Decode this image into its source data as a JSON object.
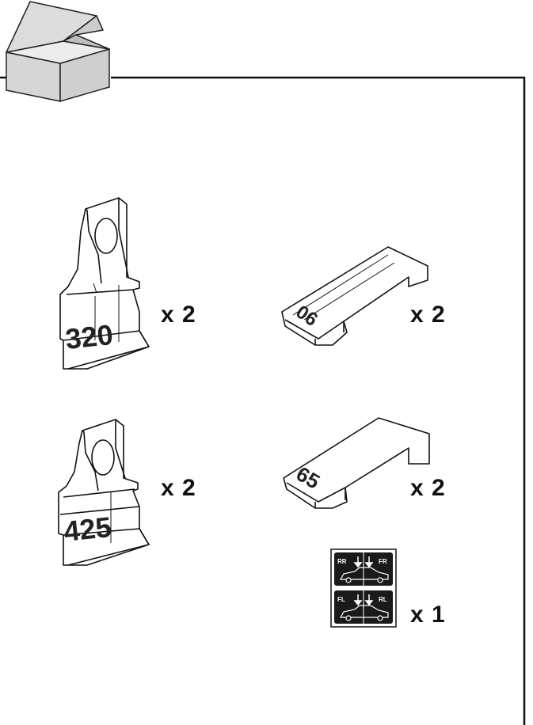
{
  "parts": [
    {
      "name": "bracket-320",
      "number": "320",
      "quantity": "x 2"
    },
    {
      "name": "pad-06",
      "number": "06",
      "quantity": "x 2"
    },
    {
      "name": "bracket-425",
      "number": "425",
      "quantity": "x 2"
    },
    {
      "name": "pad-65",
      "number": "65",
      "quantity": "x 2"
    },
    {
      "name": "position-sticker",
      "quantity": "x 1",
      "labels": {
        "top_left": "RR",
        "top_right": "FR",
        "bottom_left": "FL",
        "bottom_right": "RL"
      }
    }
  ],
  "icons": [
    "box-icon",
    "car-icon",
    "arrow-down-icon"
  ],
  "colors": {
    "line": "#111111",
    "part_fill": "#ffffff",
    "box_fill": "#d9d9d9",
    "sticker_bg": "#1a1a1a"
  }
}
